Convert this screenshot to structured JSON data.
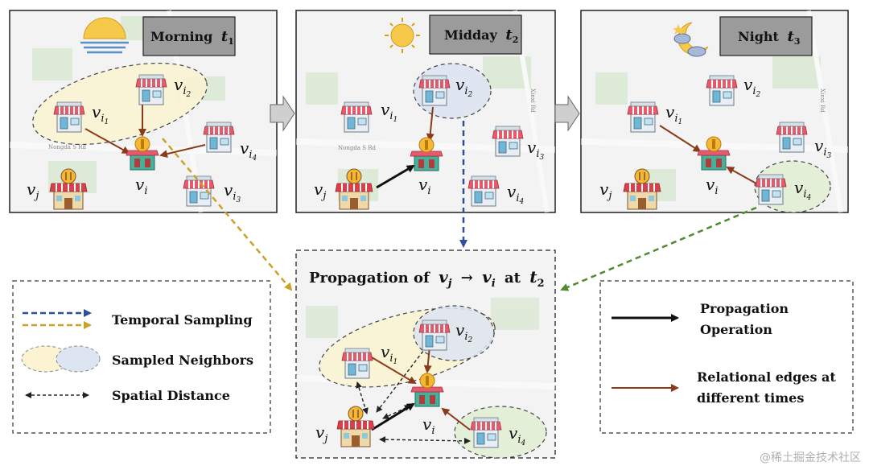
{
  "panels": [
    {
      "title": "Morning",
      "time": "t",
      "time_sub": "1"
    },
    {
      "title": "Midday",
      "time": "t",
      "time_sub": "2"
    },
    {
      "title": "Night",
      "time": "t",
      "time_sub": "3"
    }
  ],
  "node_labels": {
    "i": "i",
    "i1": "i",
    "i2": "i",
    "i3": "i",
    "i4": "i",
    "j": "j",
    "v": "v",
    "sub1": "1",
    "sub2": "2",
    "sub3": "3",
    "sub4": "4"
  },
  "street_label": "Nongda S Rd",
  "street_label_2": "Xinxi Rd",
  "center": {
    "title_prefix": "Propagation of",
    "v": "v",
    "j": "j",
    "arrow": "→",
    "i": "i",
    "at": "at",
    "t": "t",
    "t_sub": "2"
  },
  "legend_left": {
    "temporal_sampling": "Temporal Sampling",
    "sampled_neighbors": "Sampled Neighbors",
    "spatial_distance": "Spatial Distance"
  },
  "legend_right": {
    "propagation_line1": "Propagation",
    "propagation_line2": "Operation",
    "relational_line1": "Relational edges at",
    "relational_line2": "different times"
  },
  "watermark": "@稀土掘金技术社区",
  "colors": {
    "blue_dash": "#2e4f9e",
    "gold_dash": "#c9a227",
    "green_dash": "#4f8a2f",
    "brown_edge": "#8b3a1a",
    "yellow_ellipse": "#fbf3d2",
    "blue_ellipse": "#dde4f2",
    "green_ellipse": "#e2eed5"
  }
}
